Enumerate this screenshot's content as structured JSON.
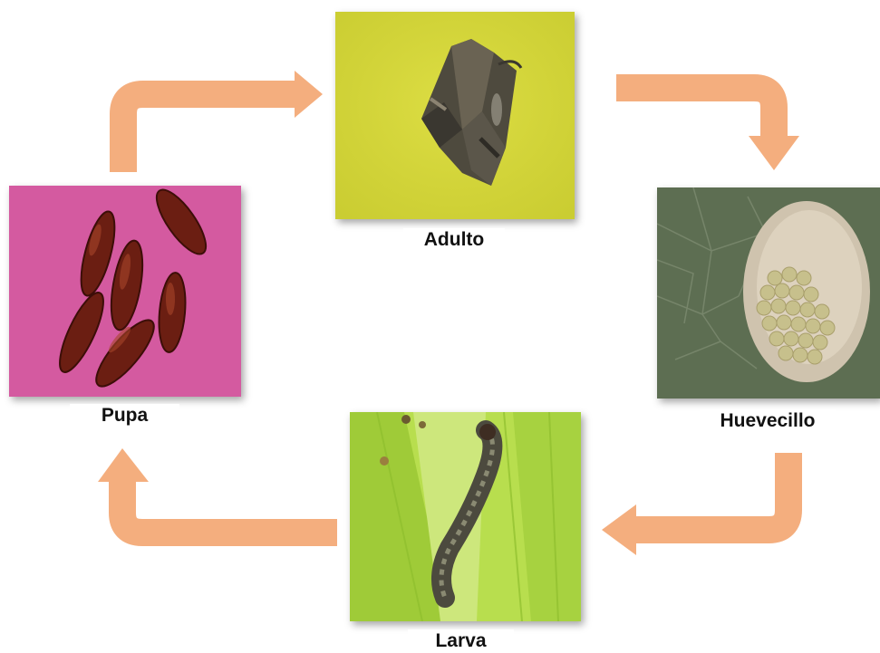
{
  "stages": {
    "adulto": {
      "label": "Adulto",
      "image": "adult-moth-on-yellow"
    },
    "huevecillo": {
      "label": "Huevecillo",
      "image": "egg-mass-on-leaf"
    },
    "larva": {
      "label": "Larva",
      "image": "caterpillar-on-corn-leaf"
    },
    "pupa": {
      "label": "Pupa",
      "image": "pupae-on-pink"
    }
  },
  "colors": {
    "arrow": "#F4AE7E",
    "adult_bg": "#D6D83A",
    "pupa_bg": "#D45AA0",
    "leaf_bg": "#B8DE4E",
    "egg_leaf_bg": "#5D6E52"
  }
}
